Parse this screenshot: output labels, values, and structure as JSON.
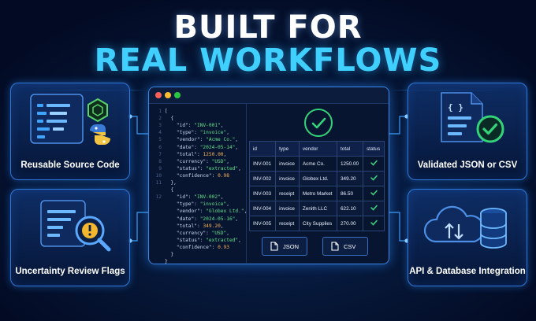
{
  "headline": {
    "line1": "BUILT FOR",
    "line2": "REAL WORKFLOWS"
  },
  "features": {
    "top_left": {
      "label": "Reusable Source Code",
      "icon": "code-file-python-icon"
    },
    "bottom_left": {
      "label": "Uncertainty Review Flags",
      "icon": "document-magnifier-warning-icon"
    },
    "top_right": {
      "label": "Validated JSON or CSV",
      "icon": "json-file-check-icon"
    },
    "bottom_right": {
      "label": "API & Database Integration",
      "icon": "cloud-database-icon"
    }
  },
  "editor": {
    "line_numbers": [
      "1",
      "2",
      "3",
      "4",
      "5",
      "6",
      "7",
      "8",
      "9",
      "10",
      "11",
      "12"
    ],
    "records": [
      {
        "id": "INV-001",
        "type": "invoice",
        "vendor": "Acme Co.",
        "date": "2024-05-14",
        "total": "1250.00",
        "currency": "USD",
        "status": "extracted",
        "confidence": "0.98"
      },
      {
        "id": "INV-002",
        "type": "invoice",
        "vendor": "Globex Ltd.",
        "date": "2024-05-16",
        "total": "349.20",
        "currency": "USD",
        "status": "extracted",
        "confidence": "0.93"
      }
    ]
  },
  "results_table": {
    "columns": [
      "id",
      "type",
      "vendor",
      "total",
      "status"
    ],
    "rows": [
      [
        "INV-001",
        "invoice",
        "Acme Co.",
        "1250.00"
      ],
      [
        "INV-002",
        "invoice",
        "Globex Ltd.",
        "349.20"
      ],
      [
        "INV-003",
        "receipt",
        "Metro Market",
        "86.50"
      ],
      [
        "INV-004",
        "invoice",
        "Zenith LLC",
        "622.10"
      ],
      [
        "INV-005",
        "receipt",
        "City Supplies",
        "270.00"
      ]
    ],
    "status_icon": "checkmark-icon"
  },
  "export_buttons": {
    "json_label": "JSON",
    "csv_label": "CSV"
  },
  "colors": {
    "accent_cyan": "#3fd0ff",
    "success_green": "#33d37a",
    "card_border": "#2f78d8",
    "background": "#030b24"
  }
}
